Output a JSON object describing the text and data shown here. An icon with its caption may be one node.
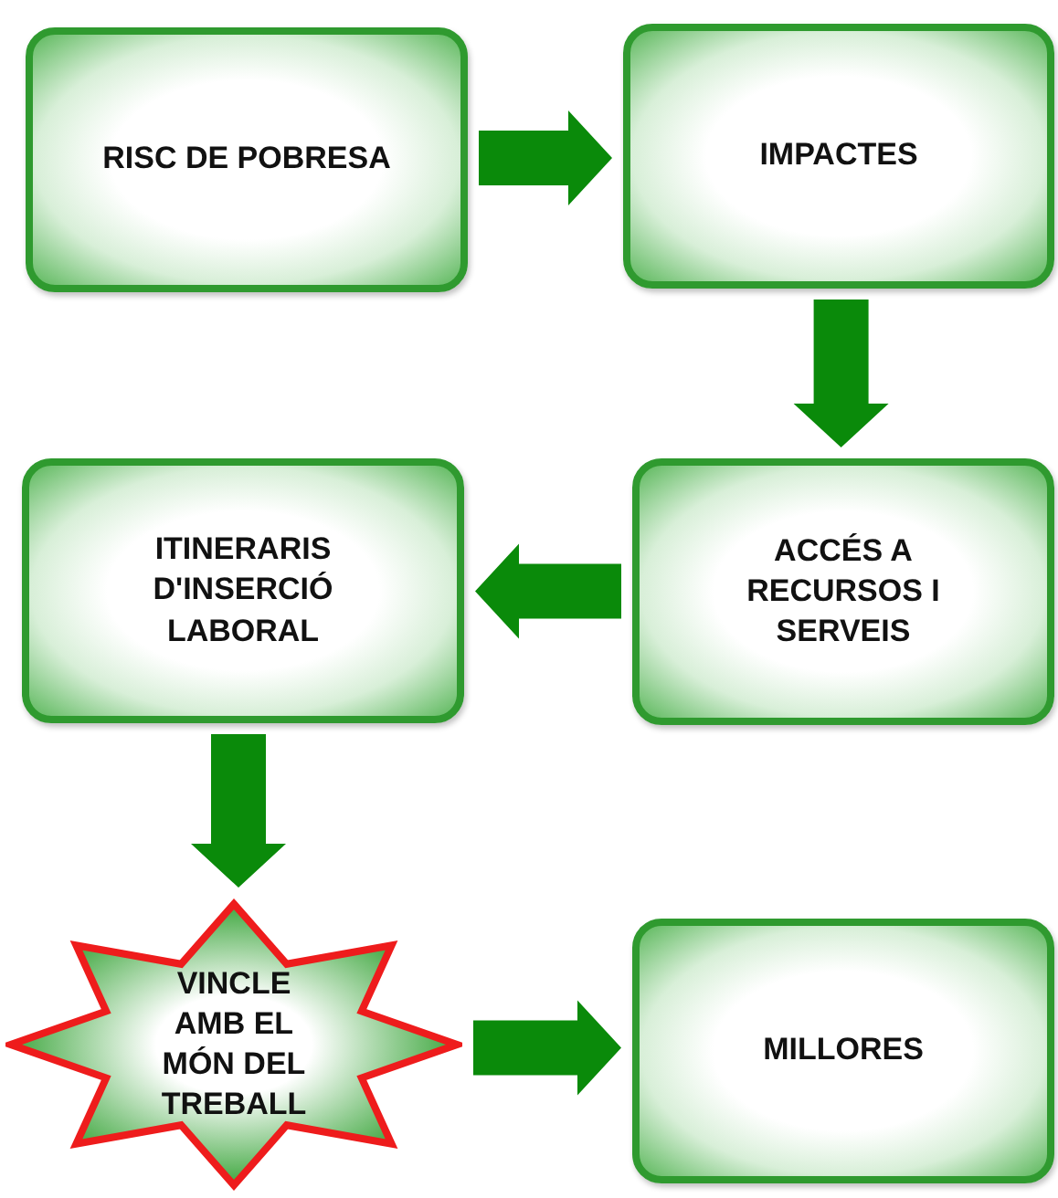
{
  "diagram": {
    "nodes": [
      {
        "text": [
          "RISC DE POBRESA"
        ]
      },
      {
        "text": [
          "IMPACTES"
        ]
      },
      {
        "text": [
          "ITINERARIS D'INSERCIÓ LABORAL"
        ]
      },
      {
        "text": [
          "ACCÉS A RECURSOS I SERVEIS"
        ]
      },
      {
        "text": [
          "VINCLE AMB EL MÓN DEL TREBALL"
        ]
      },
      {
        "text": [
          "MILLORES"
        ]
      }
    ],
    "edges": [
      {
        "from": 0,
        "to": 1,
        "arrow": "to"
      },
      {
        "from": 1,
        "to": 3,
        "arrow": "to"
      },
      {
        "from": 3,
        "to": 2,
        "arrow": "to"
      },
      {
        "from": 2,
        "to": 4,
        "arrow": "to"
      },
      {
        "from": 4,
        "to": 5,
        "arrow": "to"
      }
    ]
  }
}
